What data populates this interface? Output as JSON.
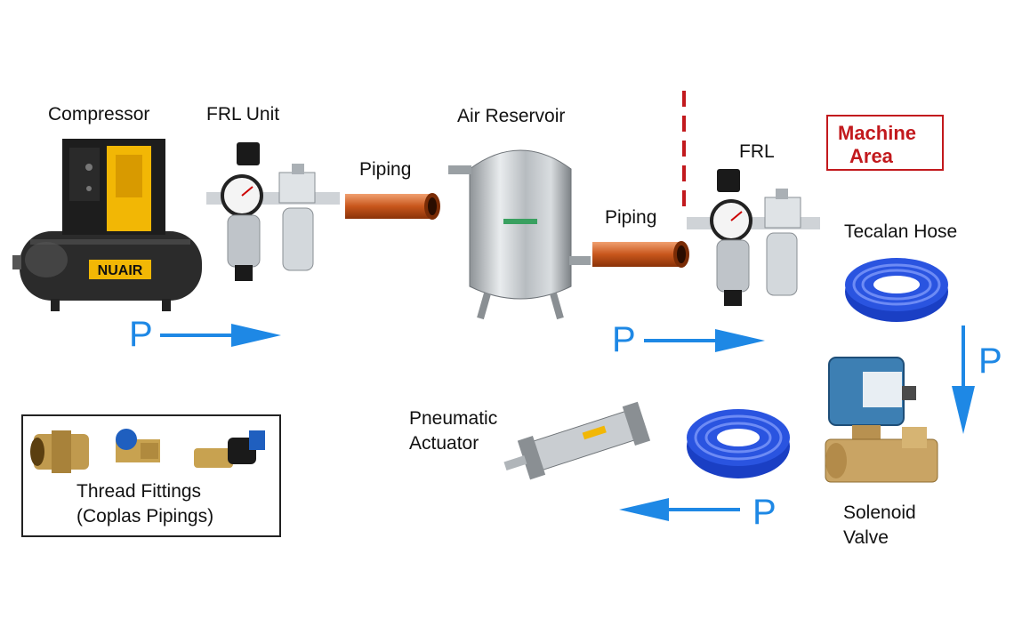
{
  "labels": {
    "compressor": "Compressor",
    "frl_unit": "FRL Unit",
    "air_reservoir": "Air Reservoir",
    "piping_1": "Piping",
    "piping_2": "Piping",
    "frl": "FRL",
    "tecalan_hose": "Tecalan Hose",
    "solenoid_valve_line1": "Solenoid",
    "solenoid_valve_line2": "Valve",
    "pneumatic_actuator_line1": "Pneumatic",
    "pneumatic_actuator_line2": "Actuator"
  },
  "machine_area": {
    "line1": "Machine",
    "line2": "Area"
  },
  "fittings": {
    "line1": "Thread Fittings",
    "line2": "(Coplas Pipings)"
  },
  "compressor_brand": "NUAIR",
  "pressure_labels": [
    "P",
    "P",
    "P",
    "P"
  ],
  "colors": {
    "flow_arrow": "#1e88e5",
    "machine_area": "#c2191d",
    "hose": "#1a3fc4",
    "copper_pipe": "#c8561c",
    "compressor_tank": "#2b2b2b",
    "compressor_panel": "#f2b705"
  },
  "icons": [
    "compressor-icon",
    "frl-unit-icon",
    "copper-pipe-icon",
    "air-reservoir-icon",
    "tecalan-hose-icon",
    "solenoid-valve-icon",
    "pneumatic-actuator-icon",
    "brass-fitting-icon"
  ]
}
